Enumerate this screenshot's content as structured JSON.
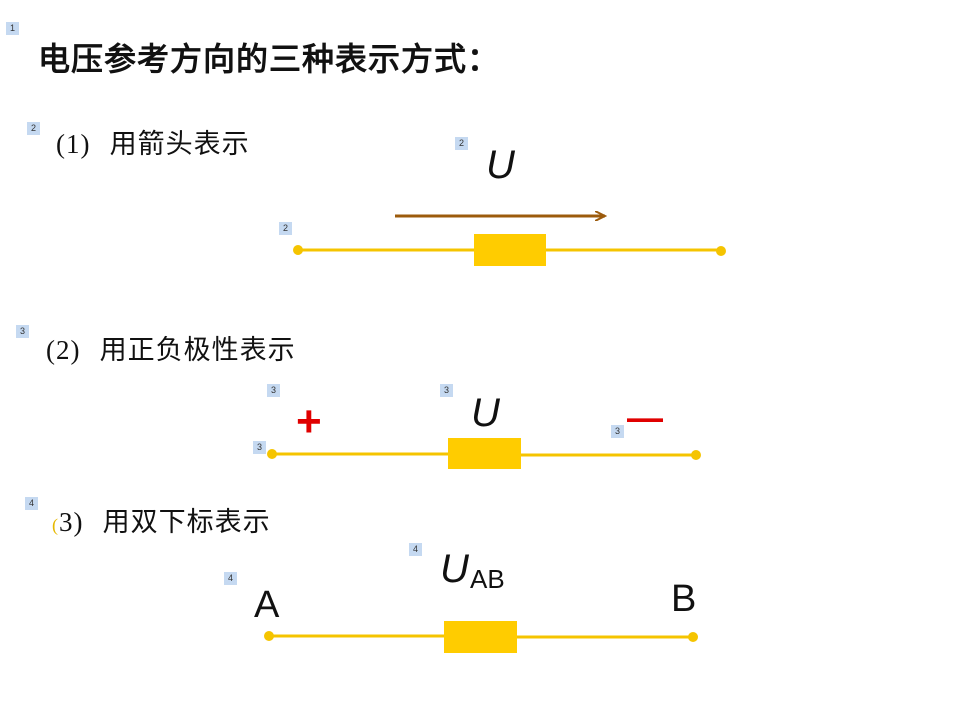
{
  "title": "电压参考方向的三种表示方式：",
  "sections": [
    {
      "number": "(1)",
      "label": "用箭头表示"
    },
    {
      "number": "(2)",
      "label": "用正负极性表示"
    },
    {
      "number_open": "(",
      "number_rest": "3)",
      "label": "用双下标表示"
    }
  ],
  "symbols": {
    "u1": "U",
    "u2": "U",
    "u3": "U",
    "u3_sub": "AB",
    "plus": "+",
    "minus": "—",
    "node_a": "A",
    "node_b": "B"
  },
  "tags": [
    "1",
    "2",
    "2",
    "2",
    "3",
    "3",
    "3",
    "3",
    "3",
    "4",
    "4",
    "4"
  ],
  "colors": {
    "wire": "#f5c400",
    "resistor": "#ffcc00",
    "arrow": "#9c5b0c",
    "polarity": "#e00000",
    "tag_bg": "#c5d9f1"
  }
}
